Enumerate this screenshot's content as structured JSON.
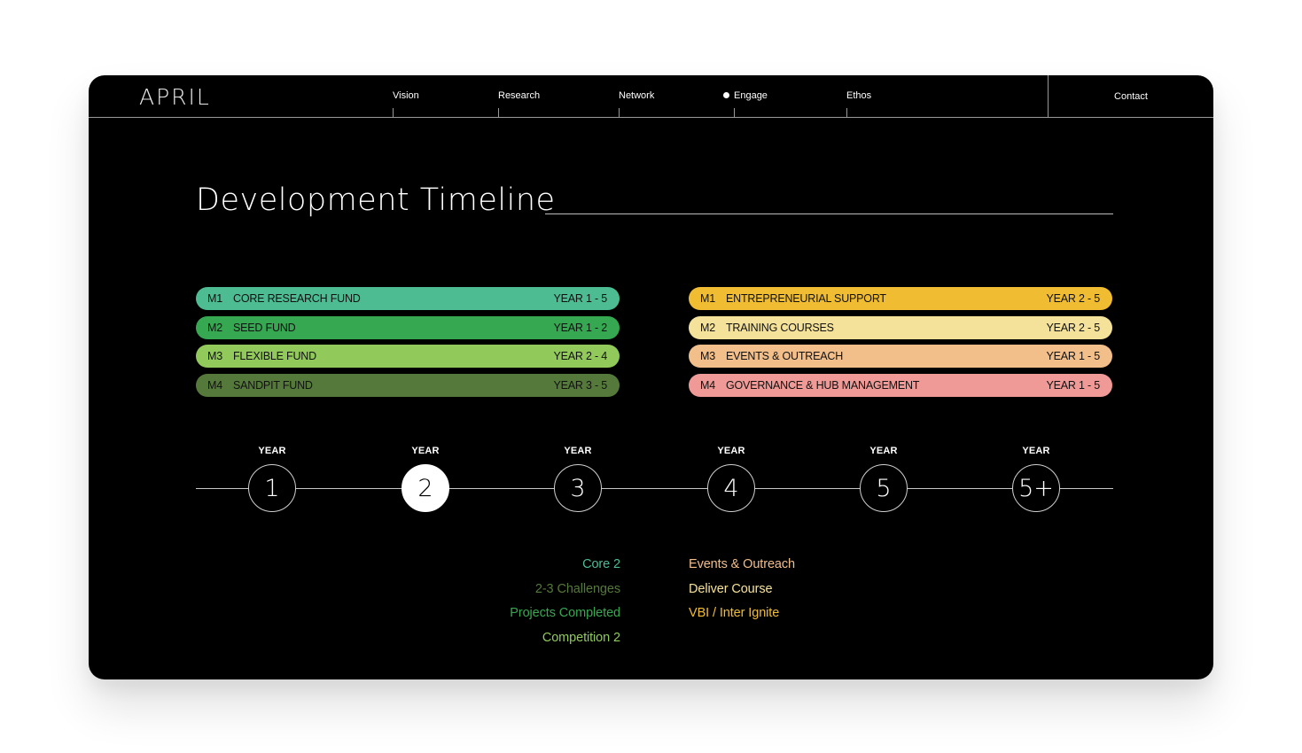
{
  "header": {
    "logo": "APRIL",
    "nav": [
      {
        "label": "Vision",
        "active": false
      },
      {
        "label": "Research",
        "active": false
      },
      {
        "label": "Network",
        "active": false
      },
      {
        "label": "Engage",
        "active": true
      },
      {
        "label": "Ethos",
        "active": false
      }
    ],
    "contact": "Contact"
  },
  "page": {
    "title": "Development Timeline"
  },
  "programmes": {
    "left": [
      {
        "code": "M1",
        "name": "CORE RESEARCH FUND",
        "years": "YEAR 1 - 5",
        "color": "#4dbc93"
      },
      {
        "code": "M2",
        "name": "SEED FUND",
        "years": "YEAR 1 - 2",
        "color": "#37a852"
      },
      {
        "code": "M3",
        "name": "FLEXIBLE FUND",
        "years": "YEAR 2 - 4",
        "color": "#92c95b"
      },
      {
        "code": "M4",
        "name": "SANDPIT FUND",
        "years": "YEAR 3 - 5",
        "color": "#55793b"
      }
    ],
    "right": [
      {
        "code": "M1",
        "name": "ENTREPRENEURIAL SUPPORT",
        "years": "YEAR 2 - 5",
        "color": "#f0bd32"
      },
      {
        "code": "M2",
        "name": "TRAINING COURSES",
        "years": "YEAR 2 - 5",
        "color": "#f5e29a"
      },
      {
        "code": "M3",
        "name": "EVENTS & OUTREACH",
        "years": "YEAR 1 - 5",
        "color": "#f2be8a"
      },
      {
        "code": "M4",
        "name": "GOVERNANCE & HUB MANAGEMENT",
        "years": "YEAR 1 - 5",
        "color": "#ef9a96"
      }
    ]
  },
  "timeline": {
    "year_label": "YEAR",
    "years": [
      {
        "value": "1",
        "active": false
      },
      {
        "value": "2",
        "active": true
      },
      {
        "value": "3",
        "active": false
      },
      {
        "value": "4",
        "active": false
      },
      {
        "value": "5",
        "active": false
      },
      {
        "value": "5+",
        "active": false
      }
    ],
    "selected": "2"
  },
  "milestones": {
    "left": [
      {
        "text": "Core 2",
        "color": "#4dbc93"
      },
      {
        "text": "2-3 Challenges",
        "color": "#55793b"
      },
      {
        "text": "Projects Completed",
        "color": "#37a852"
      },
      {
        "text": "Competition 2",
        "color": "#92c95b"
      }
    ],
    "right": [
      {
        "text": "Events & Outreach",
        "color": "#f2be8a"
      },
      {
        "text": "Deliver Course",
        "color": "#f5e29a"
      },
      {
        "text": "VBI / Inter Ignite",
        "color": "#f0bd32"
      }
    ]
  }
}
